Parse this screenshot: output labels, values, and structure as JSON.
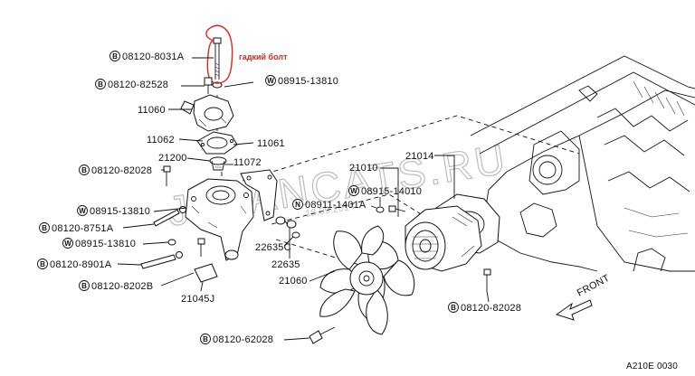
{
  "watermark": "JAPANCATS.RU",
  "watermark_sub": "18.09.2014",
  "annotation": "гадкий болт",
  "front_label": "FRONT",
  "figure_code": "A210E 0030",
  "parts": [
    {
      "id": "p01",
      "prefix": "B",
      "num": "08120-8031A"
    },
    {
      "id": "p02",
      "prefix": "B",
      "num": "08120-82528"
    },
    {
      "id": "p03",
      "prefix": "W",
      "num": "08915-13810"
    },
    {
      "id": "p04",
      "prefix": "",
      "num": "11060"
    },
    {
      "id": "p05",
      "prefix": "",
      "num": "11062"
    },
    {
      "id": "p06",
      "prefix": "",
      "num": "11061"
    },
    {
      "id": "p07",
      "prefix": "",
      "num": "21200"
    },
    {
      "id": "p08",
      "prefix": "",
      "num": "11072"
    },
    {
      "id": "p09",
      "prefix": "B",
      "num": "08120-82028"
    },
    {
      "id": "p10",
      "prefix": "",
      "num": "21010"
    },
    {
      "id": "p11",
      "prefix": "",
      "num": "21014"
    },
    {
      "id": "p12",
      "prefix": "W",
      "num": "08915-14010"
    },
    {
      "id": "p13",
      "prefix": "W",
      "num": "08915-13810"
    },
    {
      "id": "p14",
      "prefix": "N",
      "num": "08911-1401A"
    },
    {
      "id": "p15",
      "prefix": "B",
      "num": "08120-8751A"
    },
    {
      "id": "p16",
      "prefix": "W",
      "num": "08915-13810"
    },
    {
      "id": "p17",
      "prefix": "",
      "num": "22635C"
    },
    {
      "id": "p18",
      "prefix": "B",
      "num": "08120-8901A"
    },
    {
      "id": "p19",
      "prefix": "",
      "num": "22635"
    },
    {
      "id": "p20",
      "prefix": "",
      "num": "21060"
    },
    {
      "id": "p21",
      "prefix": "B",
      "num": "08120-8202B"
    },
    {
      "id": "p22",
      "prefix": "",
      "num": "21045J"
    },
    {
      "id": "p23",
      "prefix": "B",
      "num": "08120-82028"
    },
    {
      "id": "p24",
      "prefix": "B",
      "num": "08120-62028"
    }
  ]
}
